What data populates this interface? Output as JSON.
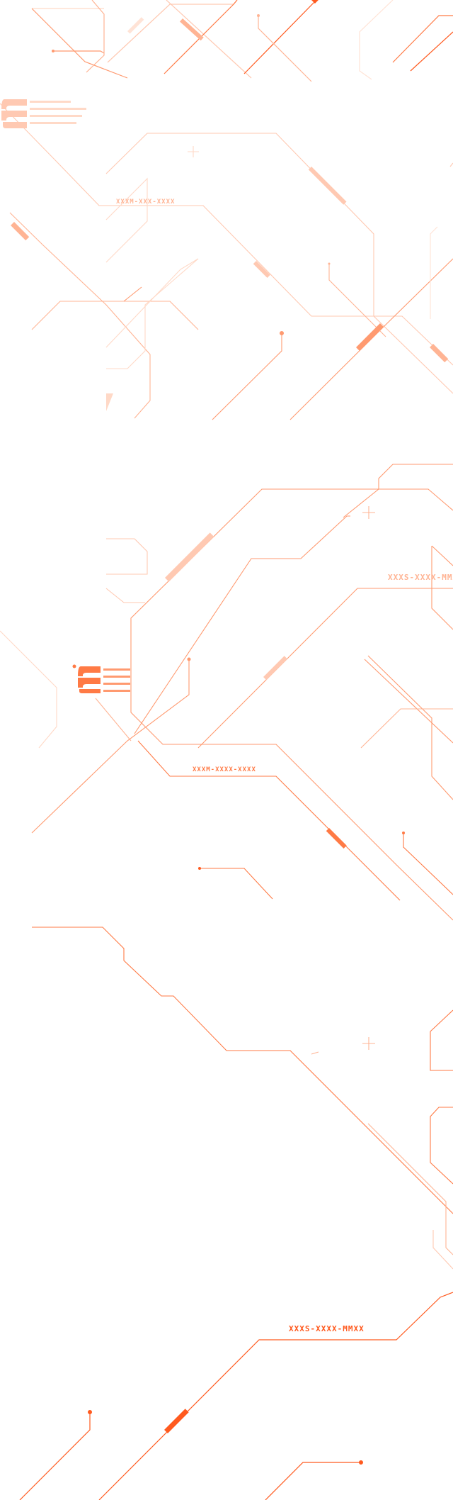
{
  "palette": {
    "accent": "#ff5a1f",
    "accent_mid": "#ff9a70",
    "accent_soft": "#ffc9b2",
    "accent_faint": "#ffe3d6",
    "background": "#ffffff"
  },
  "labels": {
    "code_top": "XXXM-XXX-XXXX",
    "code_mid": "XXXM-XXXX-XXXX",
    "code_side": "XXXS-XXXX-MMX",
    "code_bottom": "XXXS-XXXX-MMXX"
  },
  "icons": {
    "logo": "stacked-chevron-logo-icon",
    "node": "circle-node-icon",
    "cross": "crosshair-icon"
  }
}
